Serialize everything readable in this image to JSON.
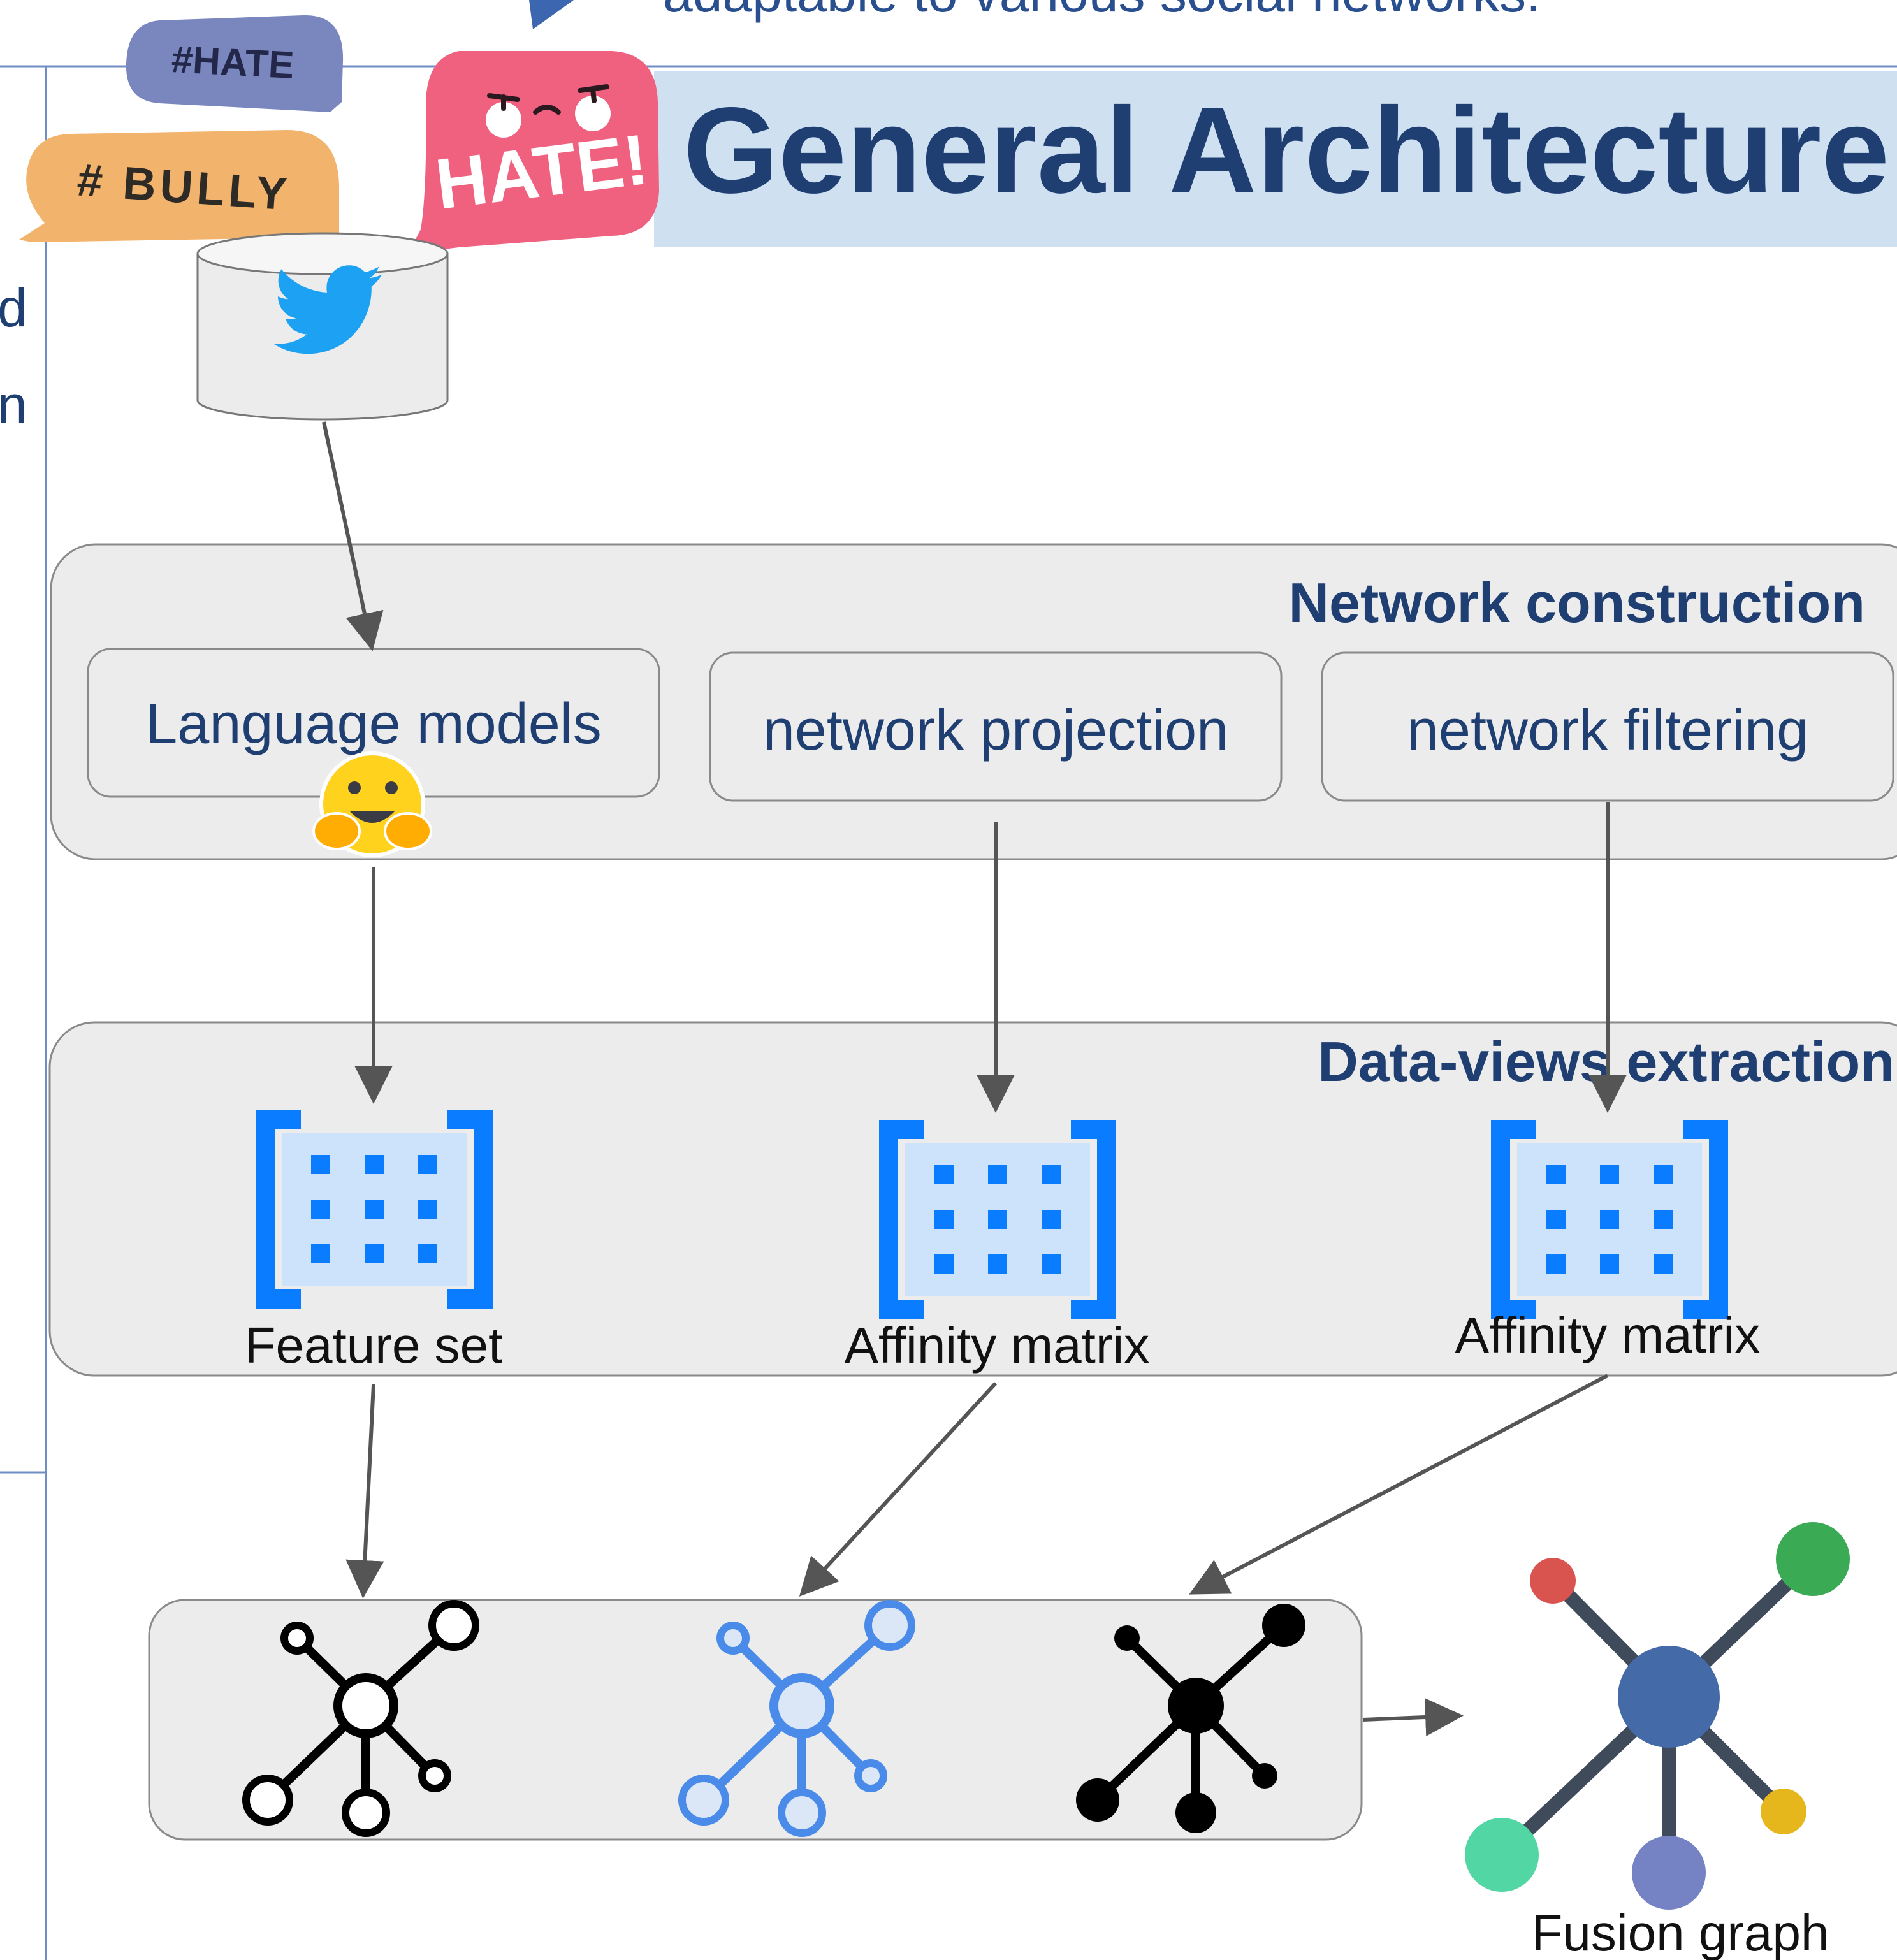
{
  "header": {
    "title": "General Architecture",
    "top_fragment": "adaptable to various social networks.",
    "side_fragments": [
      "d",
      "n"
    ]
  },
  "stickers": {
    "hate_tag": "#HATE",
    "bully_tag": "# BULLY",
    "hate_bubble": "HATE!"
  },
  "sections": {
    "network_construction": {
      "title": "Network construction",
      "boxes": [
        "Language models",
        "network projection",
        "network filtering"
      ]
    },
    "data_views_extraction": {
      "title": "Data-views extraction",
      "items": [
        "Feature set",
        "Affinity matrix",
        "Affinity matrix"
      ]
    }
  },
  "fusion_label": "Fusion graph",
  "colors": {
    "title_text": "#1f3f73",
    "title_band": "#cfe0f1",
    "panel_fill": "#ececec",
    "panel_stroke": "#8a8a8a",
    "box_text": "#1f3f73",
    "matrix_blue": "#0a7cff",
    "matrix_fill": "#cde2fb",
    "arrow": "#555555",
    "twitter_blue": "#1da1f2",
    "hate_tag": "#7a86be",
    "bully_tag": "#f2b36d",
    "hate_bubble": "#f0607f",
    "graph_blue": "#4a8ae8",
    "fusion_center": "#456aa8",
    "fusion_red": "#d9534f",
    "fusion_green": "#3aaa55",
    "fusion_yellow": "#e6b71d",
    "fusion_teal": "#52d6a4",
    "fusion_purple": "#7582c4"
  },
  "icons": [
    "twitter-bird-icon",
    "hugging-face-icon",
    "matrix-icon",
    "network-graph-icon"
  ]
}
